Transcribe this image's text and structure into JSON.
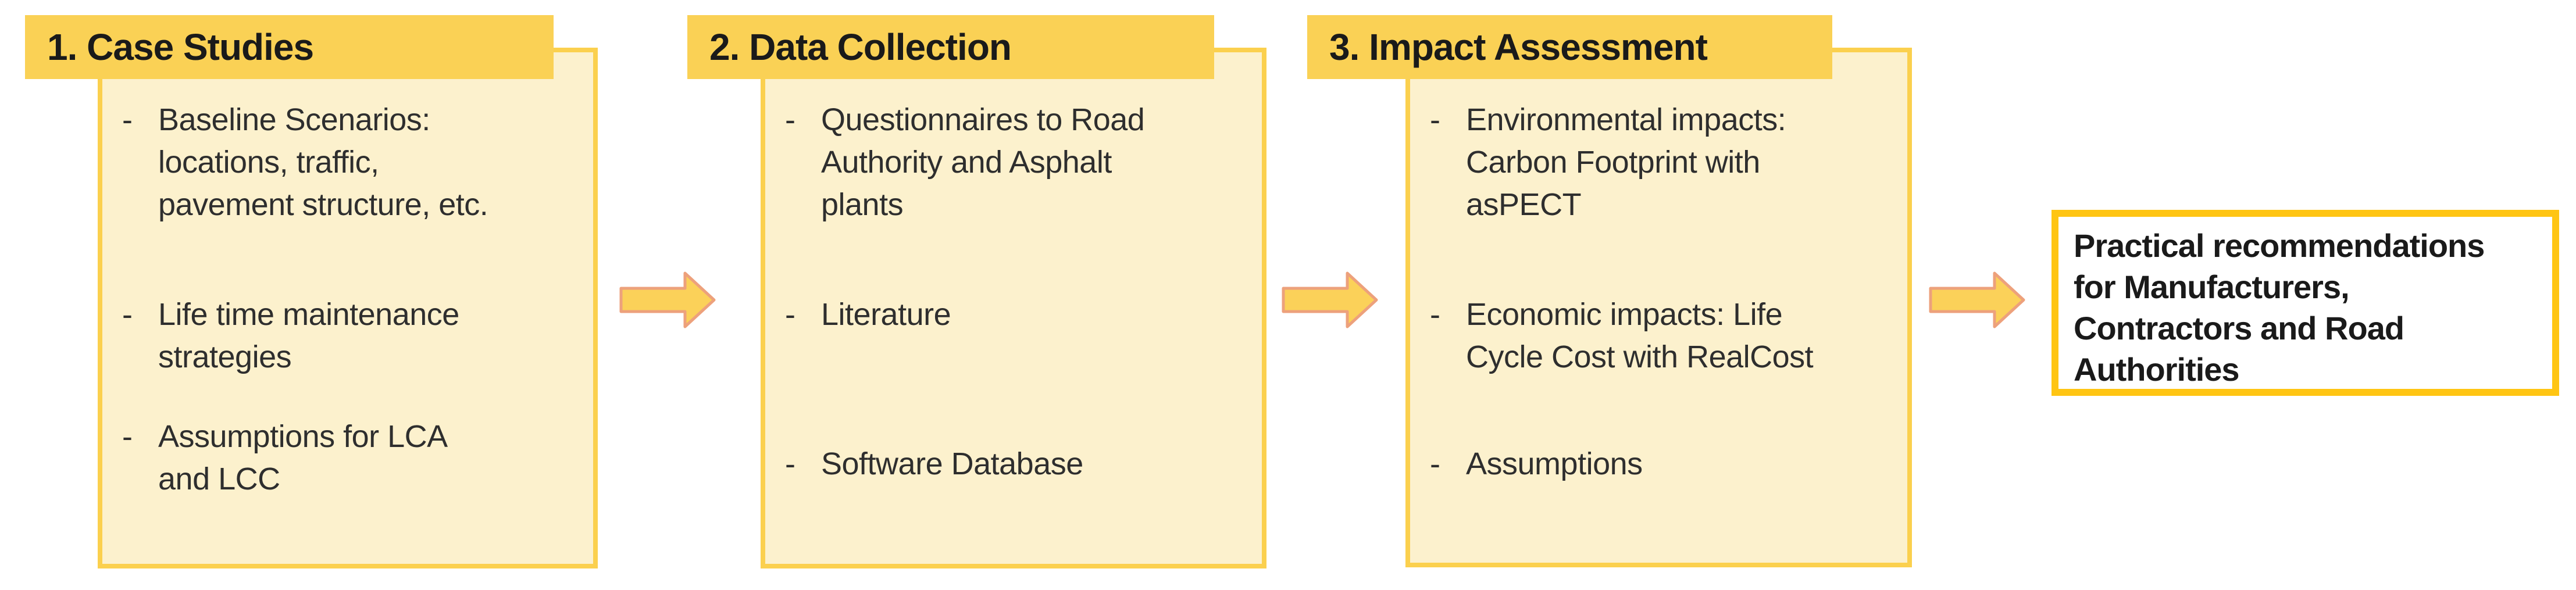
{
  "colors": {
    "header_gold": "#FAD155",
    "panel_fill": "#FCF1CD",
    "panel_border": "#FBD04E",
    "arrow_fill": "#FBD159",
    "arrow_outline": "#EDA17C",
    "result_border": "#FFC513",
    "text_dark": "#2E2E2E",
    "background": "#FFFFFF"
  },
  "icons": {
    "flow_arrow": "right-block-arrow"
  },
  "boxes": [
    {
      "title": "1. Case Studies",
      "items": [
        {
          "bullet": "-",
          "text": "Baseline Scenarios:\nlocations, traffic,\npavement structure, etc."
        },
        {
          "bullet": "-",
          "text": "Life time maintenance\nstrategies"
        },
        {
          "bullet": "-",
          "text": "Assumptions for LCA\nand LCC"
        }
      ]
    },
    {
      "title": "2. Data Collection",
      "items": [
        {
          "bullet": "-",
          "text": "Questionnaires to Road\nAuthority and Asphalt\nplants"
        },
        {
          "bullet": "-",
          "text": "Literature"
        },
        {
          "bullet": "-",
          "text": "Software Database"
        }
      ]
    },
    {
      "title": "3. Impact Assessment",
      "items": [
        {
          "bullet": "-",
          "text": "Environmental impacts:\nCarbon Footprint with\nasPECT"
        },
        {
          "bullet": "-",
          "text": "Economic impacts: Life\nCycle Cost with RealCost"
        },
        {
          "bullet": "-",
          "text": "Assumptions"
        }
      ]
    }
  ],
  "result_box": {
    "text": "Practical recommendations\nfor Manufacturers,\nContractors and Road\nAuthorities"
  }
}
